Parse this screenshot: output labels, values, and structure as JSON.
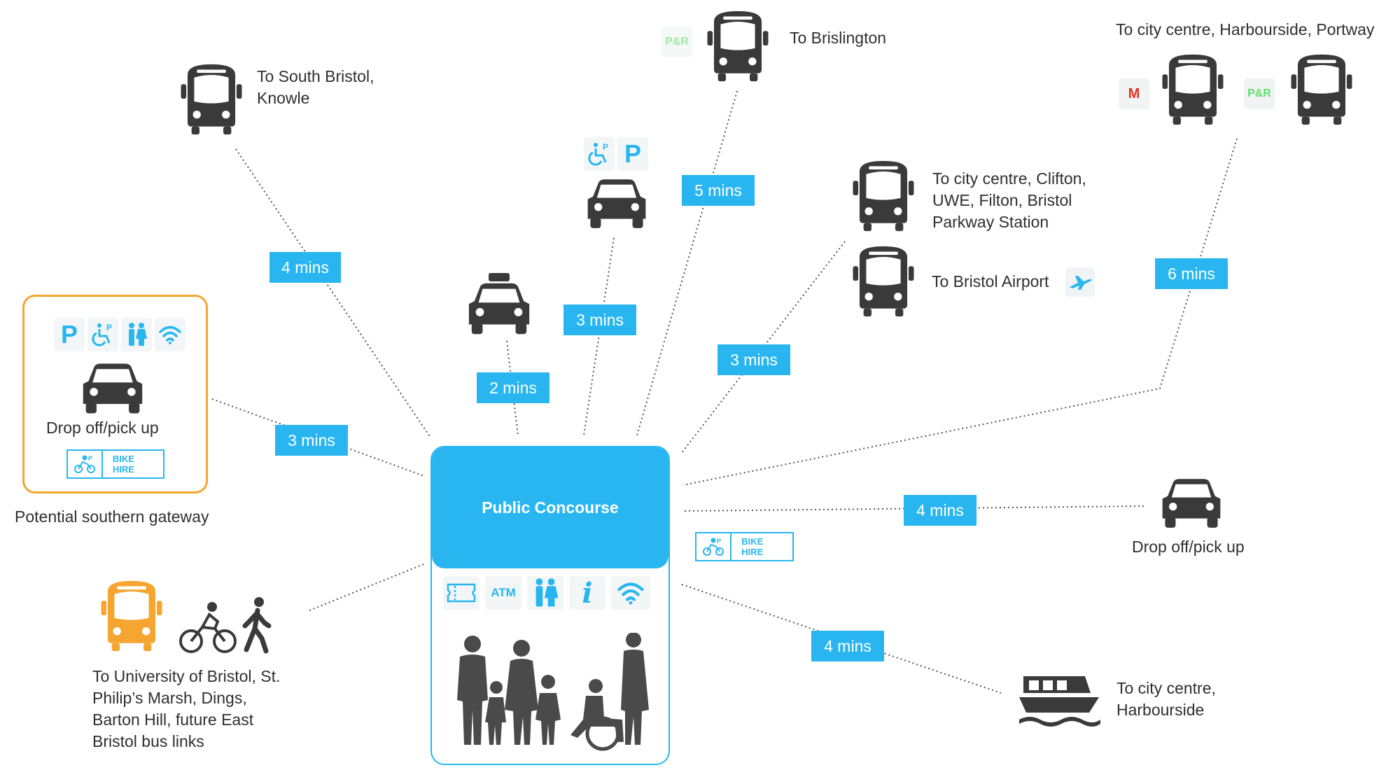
{
  "title": "Public Concourse",
  "badges": {
    "south_bristol": "4 mins",
    "gateway": "3 mins",
    "taxi": "2 mins",
    "parking": "3 mins",
    "brislington": "5 mins",
    "clifton": "3 mins",
    "harbourside_portway": "6 mins",
    "dropoff_east": "4 mins",
    "ferry": "4 mins"
  },
  "labels": {
    "south_bristol": "To South Bristol,\nKnowle",
    "brislington": "To Brislington",
    "portway": "To city centre, Harbourside, Portway",
    "clifton": "To city centre, Clifton,\nUWE, Filton, Bristol\nParkway Station",
    "airport": "To Bristol Airport",
    "gateway_dropoff": "Drop off/pick up",
    "gateway_caption": "Potential southern gateway",
    "dropoff_east": "Drop off/pick up",
    "ferry": "To city centre,\nHarbourside",
    "university": "To University of Bristol, St.\nPhilip’s Marsh, Dings,\nBarton Hill, future East\nBristol bus links"
  },
  "tiles": {
    "park_and_ride": "P&R",
    "metrobus": "M",
    "atm": "ATM",
    "parking": "P",
    "info": "i"
  },
  "bike_hire": "BIKE HIRE",
  "colors": {
    "accent": "#29b6f0",
    "dark": "#3a3a3a",
    "orange": "#f5a530",
    "metrobus_red": "#e53223",
    "park_ride_green": "#5ee06a"
  },
  "icons": [
    "bus-icon",
    "car-icon",
    "taxi-icon",
    "ferry-icon",
    "plane-icon",
    "wheelchair-icon",
    "toilets-icon",
    "wifi-icon",
    "ticket-icon",
    "cyclist-icon",
    "walker-icon",
    "family-icon"
  ]
}
